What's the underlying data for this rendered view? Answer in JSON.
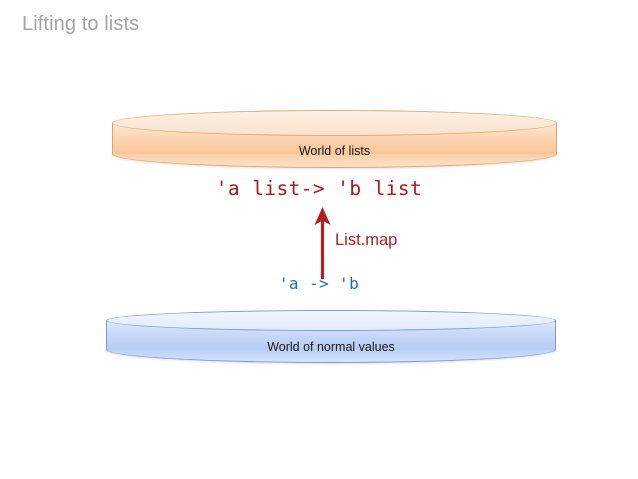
{
  "slide": {
    "title": "Lifting to lists",
    "background_color": "#ffffff",
    "title_color": "#a3a3a3"
  },
  "diagram": {
    "upper_world": {
      "label": "World of lists",
      "shape": "cylinder",
      "fill_color": "#fcd7b6",
      "border_color": "#e0a36e"
    },
    "lower_world": {
      "label": "World of normal values",
      "shape": "cylinder",
      "fill_color": "#c9d9f8",
      "border_color": "#7a9ad4"
    },
    "lifted_signature": {
      "text": "'a list-> 'b list",
      "color": "#ae1818"
    },
    "plain_signature": {
      "text": "'a -> 'b",
      "color": "#1f6eae"
    },
    "lift_function": {
      "label": "List.map",
      "color": "#b31e1e",
      "arrow_direction": "up"
    }
  }
}
